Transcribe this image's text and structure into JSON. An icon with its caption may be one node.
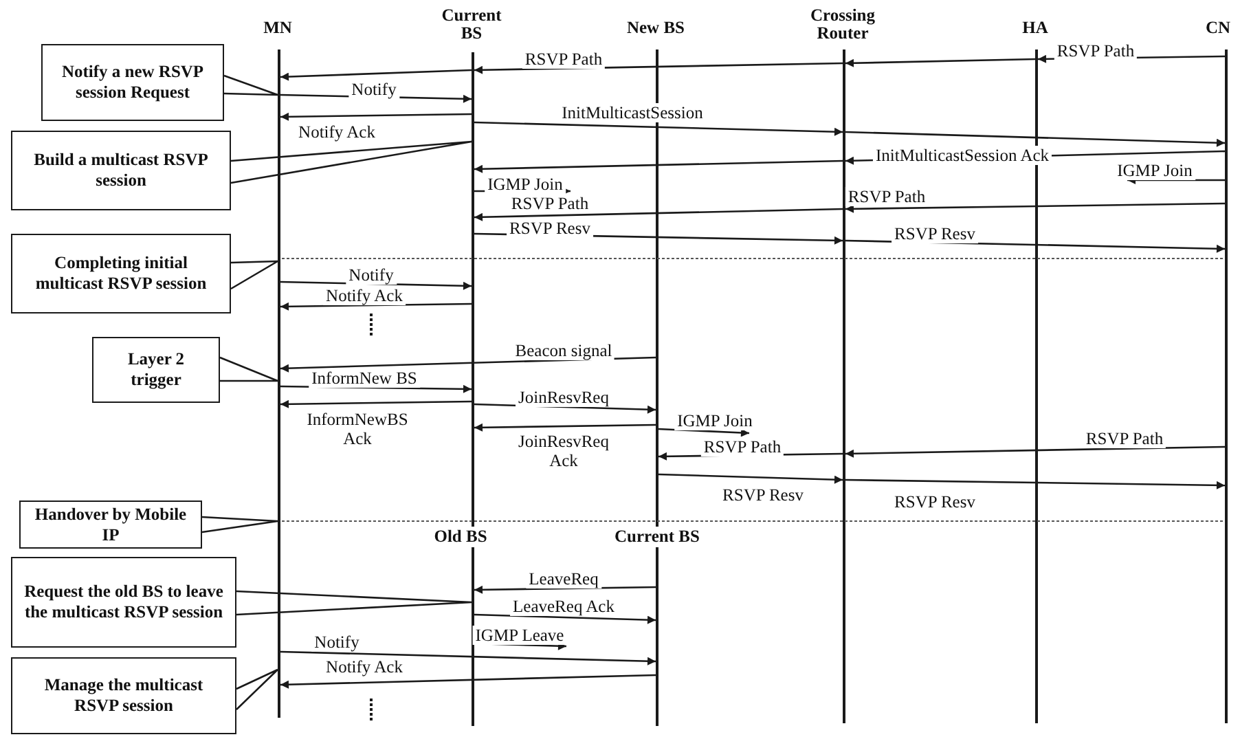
{
  "diagram": {
    "nodes": [
      {
        "text": [],
        "shape": "line",
        "beside": [
          "MN"
        ]
      },
      {
        "text": [],
        "shape": "line",
        "beside": [
          "Current BS"
        ]
      },
      {
        "text": [],
        "shape": "line",
        "beside": [
          "New BS"
        ]
      },
      {
        "text": [],
        "shape": "line",
        "beside": [
          "Crossing Router"
        ]
      },
      {
        "text": [],
        "shape": "line",
        "beside": [
          "HA"
        ]
      },
      {
        "text": [],
        "shape": "line",
        "beside": [
          "CN"
        ]
      },
      {
        "text": [
          "Notify a new RSVP session Request"
        ]
      },
      {
        "text": [
          "Build a multicast RSVP session"
        ]
      },
      {
        "text": [
          "Completing initial multicast RSVP session"
        ]
      },
      {
        "text": [
          "Layer 2 trigger"
        ]
      },
      {
        "text": [
          "Handover  by Mobile IP"
        ]
      },
      {
        "text": [
          "Request the old BS to leave the multicast RSVP session"
        ]
      },
      {
        "text": [
          "Manage the multicast RSVP session"
        ]
      }
    ],
    "edges": [
      {
        "from": 5,
        "to": 4,
        "arrow": "to",
        "label": "RSVP Path"
      },
      {
        "from": 4,
        "to": 3,
        "arrow": "to"
      },
      {
        "from": 3,
        "to": 1,
        "arrow": "to",
        "label": "RSVP Path"
      },
      {
        "from": 1,
        "to": 0,
        "arrow": "to"
      },
      {
        "from": 0,
        "to": 1,
        "arrow": "to",
        "label": "Notify"
      },
      {
        "from": 1,
        "to": 0,
        "arrow": "to",
        "label": "Notify  Ack"
      },
      {
        "from": 1,
        "to": 3,
        "arrow": "to",
        "label": "InitMulticastSession"
      },
      {
        "from": 3,
        "to": 5,
        "arrow": "to"
      },
      {
        "from": 5,
        "to": 3,
        "arrow": "to",
        "label": "InitMulticastSession Ack"
      },
      {
        "from": 3,
        "to": 1,
        "arrow": "to"
      },
      {
        "from": 1,
        "to": null,
        "arrow": "to",
        "label": "IGMP Join"
      },
      {
        "from": 5,
        "to": null,
        "arrow": "to",
        "label": "IGMP Join"
      },
      {
        "from": 5,
        "to": 3,
        "arrow": "to",
        "label": "RSVP Path"
      },
      {
        "from": 3,
        "to": 1,
        "arrow": "to",
        "label": "RSVP Path"
      },
      {
        "from": 1,
        "to": 3,
        "arrow": "to",
        "label": "RSVP Resv"
      },
      {
        "from": 3,
        "to": 5,
        "arrow": "to",
        "label": "RSVP Resv"
      },
      {
        "from": 0,
        "to": 1,
        "arrow": "to",
        "label": "Notify"
      },
      {
        "from": 1,
        "to": 0,
        "arrow": "to",
        "label": "Notify Ack"
      },
      {
        "from": 2,
        "to": 0,
        "arrow": "to",
        "label": "Beacon signal"
      },
      {
        "from": 0,
        "to": 1,
        "arrow": "to",
        "label": "InformNew BS"
      },
      {
        "from": 1,
        "to": 0,
        "arrow": "to",
        "label": "InformNewBS Ack"
      },
      {
        "from": 1,
        "to": 2,
        "arrow": "to",
        "label": "JoinResvReq"
      },
      {
        "from": 2,
        "to": 1,
        "arrow": "to",
        "label": "JoinResvReq Ack"
      },
      {
        "from": 2,
        "to": null,
        "arrow": "to",
        "label": "IGMP Join"
      },
      {
        "from": 5,
        "to": 3,
        "arrow": "to",
        "label": "RSVP Path"
      },
      {
        "from": 3,
        "to": 2,
        "arrow": "to",
        "label": "RSVP Path"
      },
      {
        "from": 2,
        "to": 3,
        "arrow": "to",
        "label": "RSVP Resv"
      },
      {
        "from": 3,
        "to": 5,
        "arrow": "to",
        "label": "RSVP Resv"
      },
      {
        "from": 2,
        "to": 1,
        "arrow": "to",
        "label": "LeaveReq"
      },
      {
        "from": 1,
        "to": 2,
        "arrow": "to",
        "label": "LeaveReq Ack"
      },
      {
        "from": 1,
        "to": null,
        "arrow": "to",
        "label": "IGMP Leave"
      },
      {
        "from": 0,
        "to": 2,
        "arrow": "to",
        "label": "Notify"
      },
      {
        "from": 2,
        "to": 0,
        "arrow": "to",
        "label": "Notify Ack"
      },
      {
        "from": 6,
        "to": 0,
        "arrow": "none"
      },
      {
        "from": 7,
        "to": 1,
        "arrow": "none"
      },
      {
        "from": 8,
        "to": 0,
        "arrow": "none"
      },
      {
        "from": 9,
        "to": 0,
        "arrow": "none"
      },
      {
        "from": 10,
        "to": 0,
        "arrow": "none"
      },
      {
        "from": 11,
        "to": 1,
        "arrow": "none"
      },
      {
        "from": 12,
        "to": 0,
        "arrow": "none"
      }
    ],
    "labels": [
      "Old BS",
      "Current BS"
    ]
  }
}
